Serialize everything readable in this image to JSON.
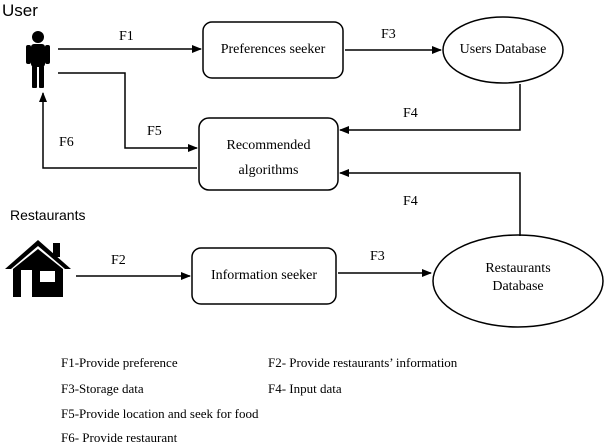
{
  "actors": {
    "user": {
      "label": "User",
      "icon": "person-icon"
    },
    "restaurants": {
      "label": "Restaurants",
      "icon": "house-icon"
    }
  },
  "nodes": {
    "preferences_seeker": "Preferences seeker",
    "users_database": "Users Database",
    "recommended_algorithms": [
      "Recommended",
      "algorithms"
    ],
    "information_seeker": "Information seeker",
    "restaurants_database": [
      "Restaurants",
      "Database"
    ]
  },
  "flows": {
    "f1": "F1",
    "f3_top": "F3",
    "f4_top": "F4",
    "f5": "F5",
    "f6": "F6",
    "f4_bottom": "F4",
    "f2": "F2",
    "f3_bottom": "F3"
  },
  "legend": {
    "f1": "F1-Provide preference",
    "f2": "F2- Provide restaurants’ information",
    "f3": "F3-Storage data",
    "f4": "F4- Input data",
    "f5": "F5-Provide location and seek for food",
    "f6": "F6- Provide restaurant"
  },
  "colors": {
    "stroke": "#000000",
    "background": "#ffffff"
  }
}
